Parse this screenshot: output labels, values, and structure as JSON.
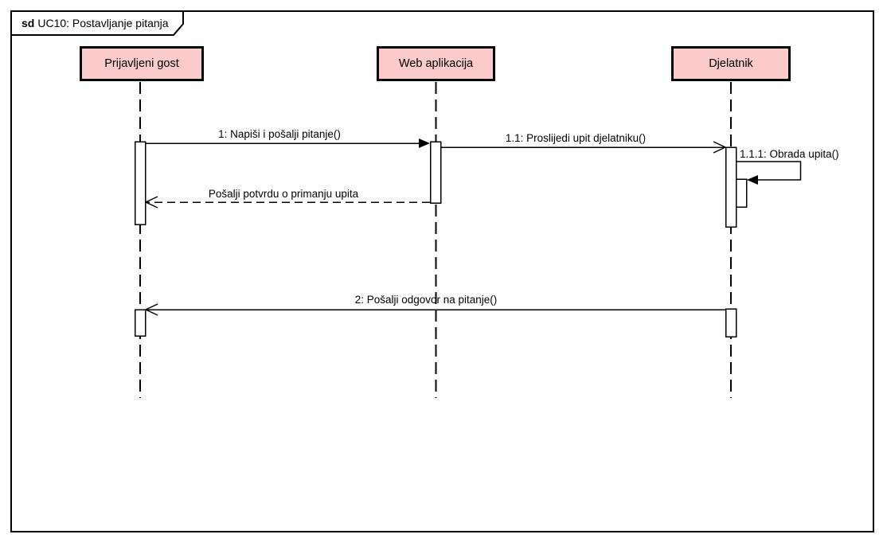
{
  "diagram": {
    "frame": {
      "keyword": "sd",
      "title": "UC10: Postavljanje pitanja"
    },
    "lifelines": [
      {
        "name": "Prijavljeni gost"
      },
      {
        "name": "Web aplikacija"
      },
      {
        "name": "Djelatnik"
      }
    ],
    "messages": [
      {
        "label": "1: Napiši i pošalji pitanje()",
        "from": "Prijavljeni gost",
        "to": "Web aplikacija",
        "kind": "sync-call"
      },
      {
        "label": "1.1: Proslijedi upit djelatniku()",
        "from": "Web aplikacija",
        "to": "Djelatnik",
        "kind": "async-call"
      },
      {
        "label": "1.1.1: Obrada upita()",
        "from": "Djelatnik",
        "to": "Djelatnik",
        "kind": "self-call"
      },
      {
        "label": "Pošalji potvrdu o primanju upita",
        "from": "Web aplikacija",
        "to": "Prijavljeni gost",
        "kind": "return"
      },
      {
        "label": "2: Pošalji odgovor na pitanje()",
        "from": "Djelatnik",
        "to": "Prijavljeni gost",
        "kind": "async-call"
      }
    ],
    "colors": {
      "lifeline_fill": "#FBCACA",
      "line": "#000000",
      "background": "#FFFFFF"
    }
  }
}
